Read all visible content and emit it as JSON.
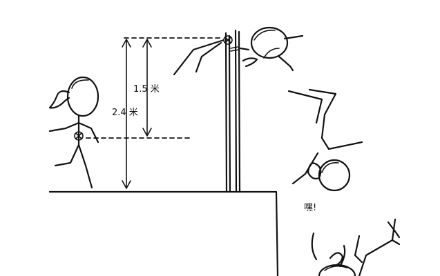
{
  "labels": {
    "height_upper": "1.5 米",
    "height_total": "2.4 米",
    "exclaim": "嘿!"
  },
  "colors": {
    "ink": "#111111",
    "background": "#ffffff"
  }
}
